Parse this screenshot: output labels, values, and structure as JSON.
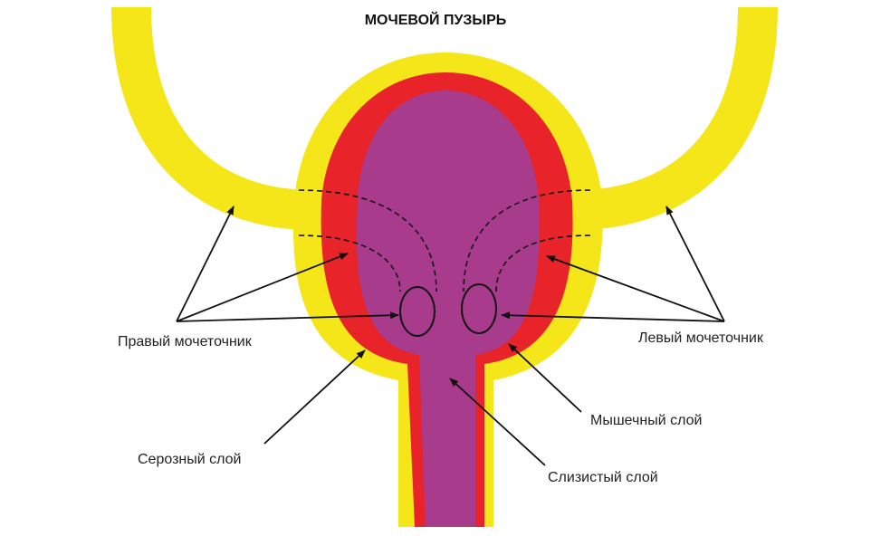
{
  "title": "МОЧЕВОЙ ПУЗЫРЬ",
  "labels": {
    "right_ureter": "Правый мочеточник",
    "left_ureter": "Левый мочеточник",
    "muscle_layer": "Мышечный слой",
    "serous_layer": "Серозный слой",
    "mucous_layer": "Слизистый слой"
  },
  "colors": {
    "serous": "#f5e61a",
    "muscle": "#e8242a",
    "mucous": "#a83b8c",
    "lines": "#111111"
  }
}
